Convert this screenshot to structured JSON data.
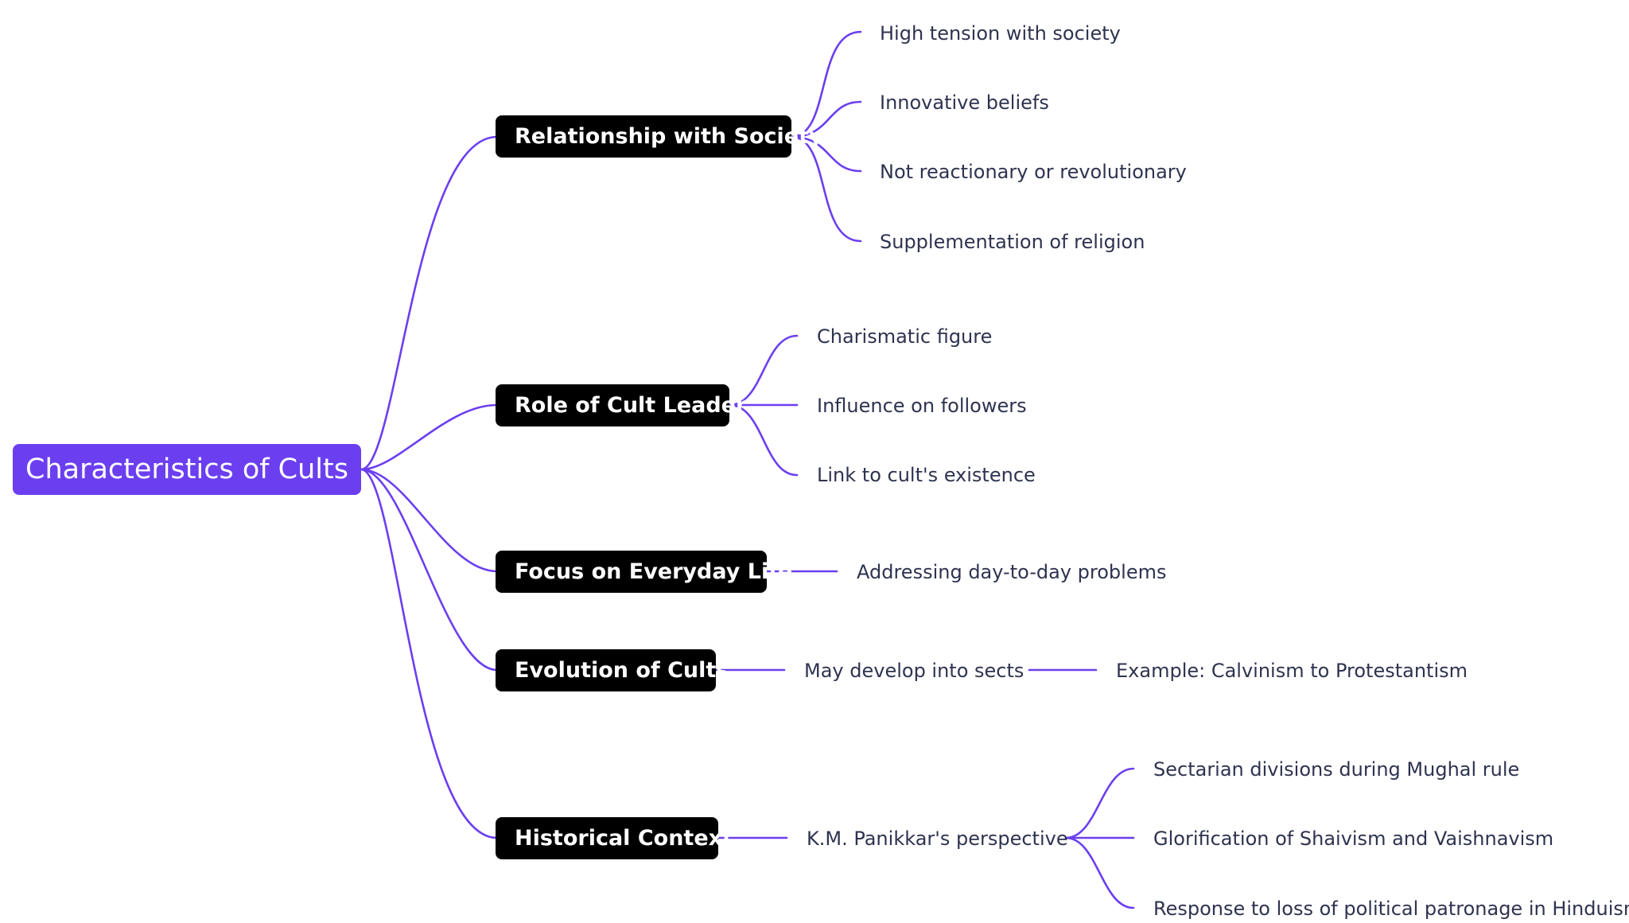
{
  "root": {
    "label": "Characteristics of Cults"
  },
  "colors": {
    "accent": "#6b3ff0",
    "branch_bg": "#000000",
    "connector": "#6b3ff0",
    "leaf_text": "#2e3350"
  },
  "branches": [
    {
      "label": "Relationship with Society",
      "children": [
        {
          "label": "High tension with society"
        },
        {
          "label": "Innovative beliefs"
        },
        {
          "label": "Not reactionary or revolutionary"
        },
        {
          "label": "Supplementation of religion"
        }
      ]
    },
    {
      "label": "Role of Cult Leader",
      "children": [
        {
          "label": "Charismatic figure"
        },
        {
          "label": "Influence on followers"
        },
        {
          "label": "Link to cult's existence"
        }
      ]
    },
    {
      "label": "Focus on Everyday Life",
      "children": [
        {
          "label": "Addressing day-to-day problems"
        }
      ]
    },
    {
      "label": "Evolution of Cults",
      "children": [
        {
          "label": "May develop into sects",
          "children": [
            {
              "label": "Example: Calvinism to Protestantism"
            }
          ]
        }
      ]
    },
    {
      "label": "Historical Context",
      "children": [
        {
          "label": "K.M. Panikkar's perspective",
          "children": [
            {
              "label": "Sectarian divisions during Mughal rule"
            },
            {
              "label": "Glorification of Shaivism and Vaishnavism"
            },
            {
              "label": "Response to loss of political patronage in Hinduism"
            }
          ]
        }
      ]
    }
  ]
}
